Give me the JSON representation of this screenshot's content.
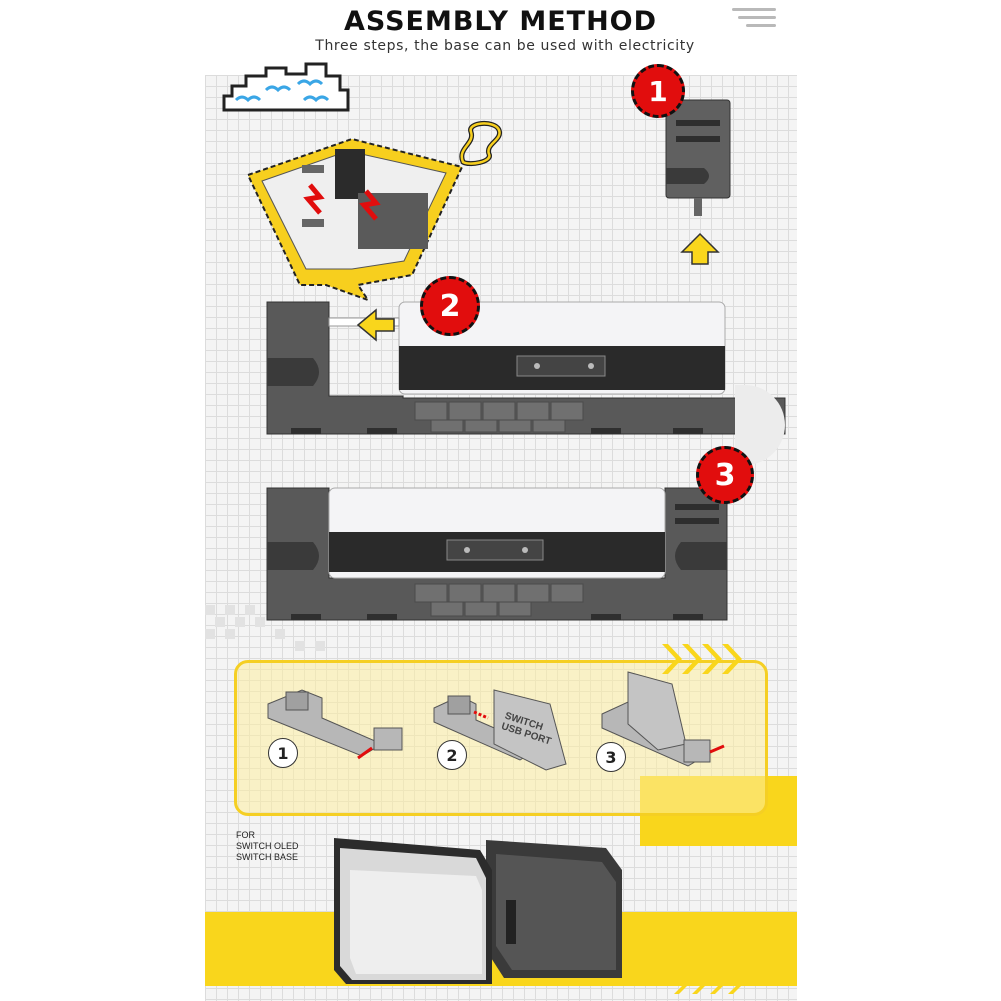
{
  "header": {
    "title": "ASSEMBLY METHOD",
    "subtitle": "Three steps, the base can be used with electricity",
    "menu_icon": "hamburger-menu-icon"
  },
  "steps_main": [
    {
      "label": "1"
    },
    {
      "label": "2"
    },
    {
      "label": "3"
    }
  ],
  "mini_steps": [
    {
      "label": "1"
    },
    {
      "label": "2",
      "port_text_line1": "SWITCH",
      "port_text_line2": "USB PORT"
    },
    {
      "label": "3"
    }
  ],
  "product_label": {
    "line1": "FOR",
    "line2": "SWITCH OLED",
    "line3": "SWITCH BASE"
  },
  "colors": {
    "accent_yellow": "#f9d61c",
    "badge_red": "#e10d0d",
    "base_gray": "#595959",
    "grid_bg": "#f4f4f4"
  }
}
